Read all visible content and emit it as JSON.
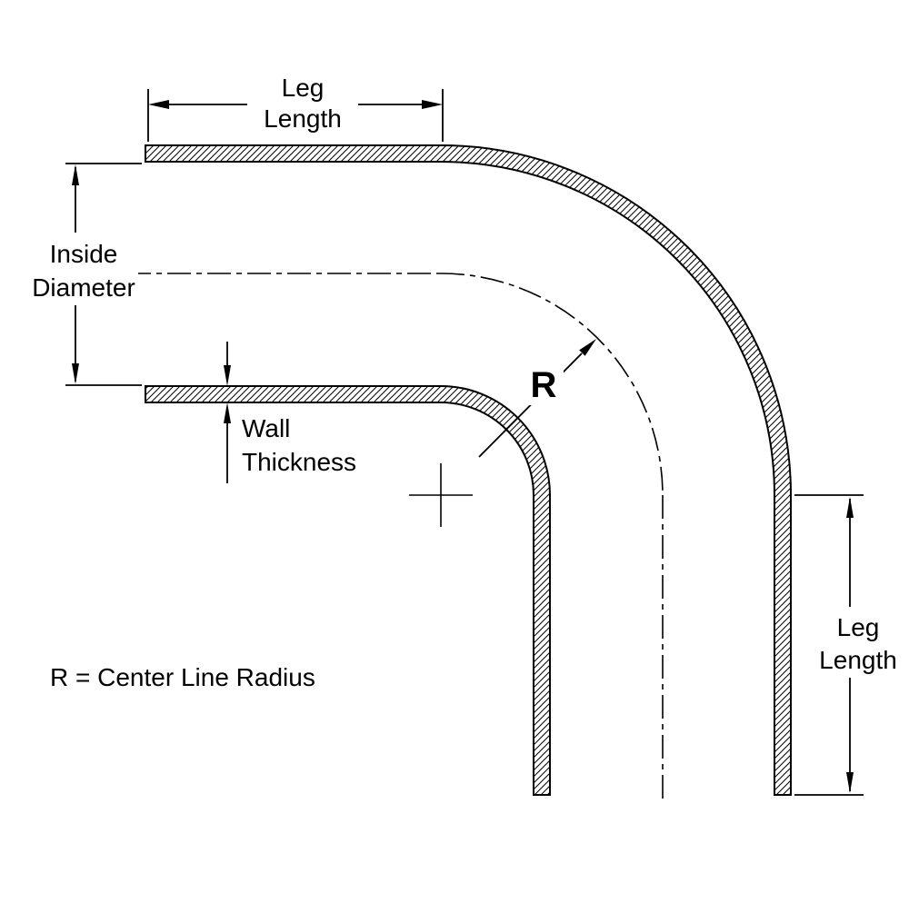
{
  "diagram": {
    "type": "technical-drawing",
    "subject": "90-degree elbow pipe fitting dimension diagram",
    "labels": {
      "leg_length_top": {
        "line1": "Leg",
        "line2": "Length"
      },
      "inside_diameter": {
        "line1": "Inside",
        "line2": "Diameter",
        "color": "#ff0000"
      },
      "wall_thickness": {
        "line1": "Wall",
        "line2": "Thickness"
      },
      "radius_symbol": "R",
      "radius_legend": "R = Center Line Radius",
      "leg_length_right": {
        "line1": "Leg",
        "line2": "Length"
      }
    },
    "colors": {
      "line": "#000000",
      "highlight": "#ff0000",
      "background": "#ffffff"
    }
  }
}
